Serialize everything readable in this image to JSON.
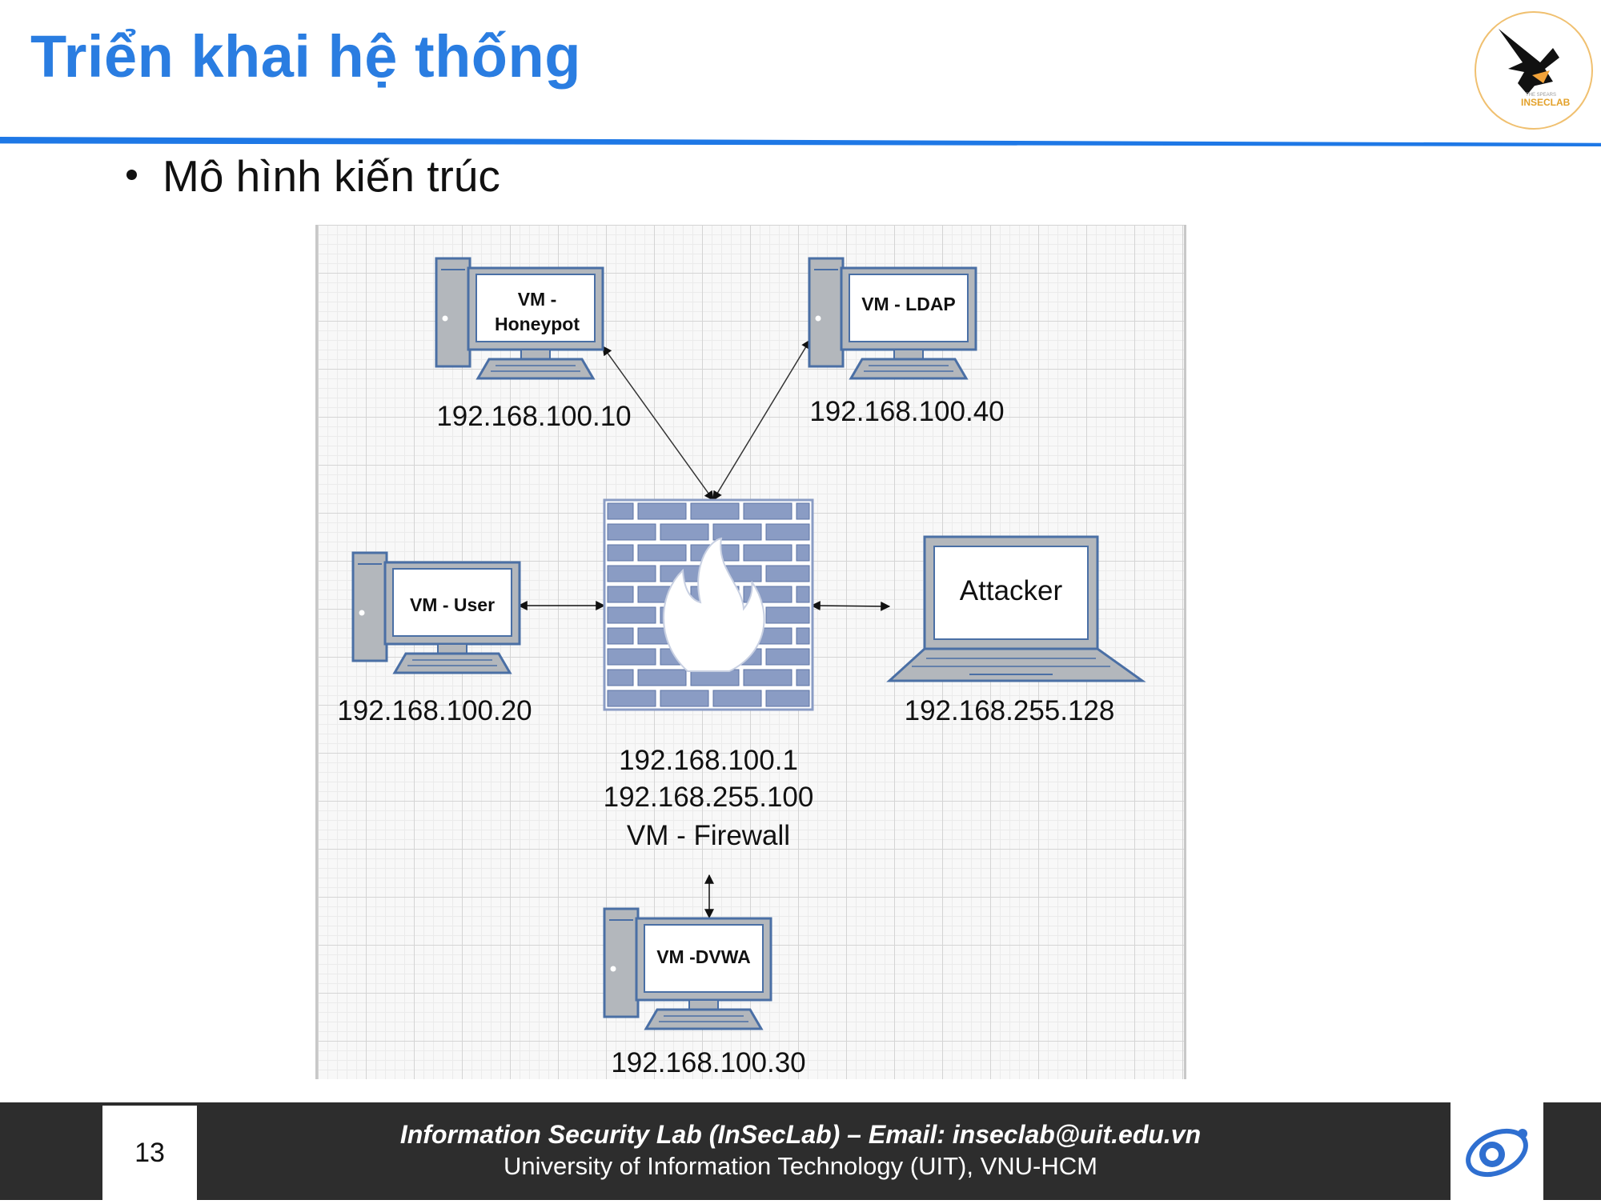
{
  "slide": {
    "title": "Triển khai hệ thống",
    "bullet": "Mô hình kiến trúc",
    "page_number": "13",
    "footer_line1": "Information Security Lab (InSecLab) – Email: inseclab@uit.edu.vn",
    "footer_line2": "University of Information Technology (UIT), VNU-HCM",
    "logo_small_text": "THE SPEARS",
    "logo_brand": "INSECLAB"
  },
  "diagram": {
    "nodes": {
      "honeypot": {
        "label_line1": "VM -",
        "label_line2": "Honeypot",
        "ip": "192.168.100.10"
      },
      "ldap": {
        "label": "VM - LDAP",
        "ip": "192.168.100.40"
      },
      "user": {
        "label": "VM - User",
        "ip": "192.168.100.20"
      },
      "attacker": {
        "label": "Attacker",
        "ip": "192.168.255.128"
      },
      "firewall": {
        "ip1": "192.168.100.1",
        "ip2": "192.168.255.100",
        "label": "VM - Firewall"
      },
      "dvwa": {
        "label": "VM -DVWA",
        "ip": "192.168.100.30"
      }
    },
    "edges": [
      {
        "from": "honeypot",
        "to": "firewall",
        "style": "bidirectional"
      },
      {
        "from": "ldap",
        "to": "firewall",
        "style": "bidirectional"
      },
      {
        "from": "user",
        "to": "firewall",
        "style": "bidirectional"
      },
      {
        "from": "firewall",
        "to": "attacker",
        "style": "bidirectional"
      },
      {
        "from": "firewall",
        "to": "dvwa",
        "style": "bidirectional"
      }
    ],
    "colors": {
      "icon_fill": "#b3b7bc",
      "icon_stroke": "#4a6fa5",
      "firewall_brick": "#8a9cc4",
      "grid": "#d4d4d4"
    }
  },
  "colors": {
    "title": "#2a7de1",
    "accent_rule": "#1e78e6",
    "footer_bg": "#2d2d2d"
  }
}
